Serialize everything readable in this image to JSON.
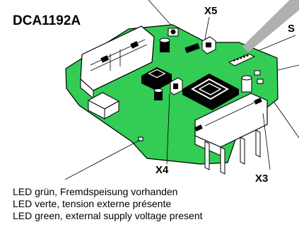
{
  "title": "DCA1192A",
  "labels": {
    "x5": "X5",
    "x4": "X4",
    "x3": "X3",
    "s_cut": "S"
  },
  "caption": [
    "LED grün, Fremdspeisung vorhanden",
    "LED verte, tension externe présente",
    "LED green, external supply voltage present"
  ],
  "colors": {
    "pcb": "#33cc55",
    "outline": "#000000",
    "component": "#000000",
    "connector": "#ffffff"
  }
}
